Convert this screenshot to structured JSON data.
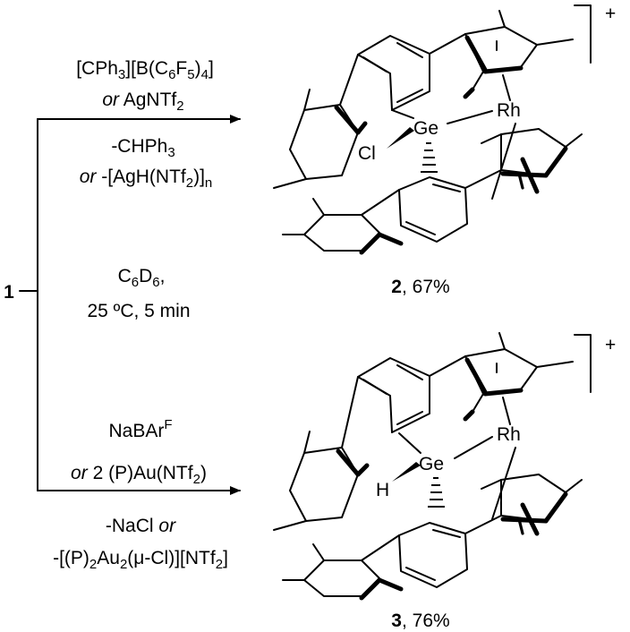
{
  "start_label": "1",
  "top_conditions": {
    "line1_pre": "[CPh",
    "line1_s1": "3",
    "line1_mid": "][B(C",
    "line1_s2": "6",
    "line1_f": "F",
    "line1_s3": "5",
    "line1_end": ")",
    "line1_s4": "4",
    "line1_close": "]",
    "line2_or": "or",
    "line2_text": " AgNTf",
    "line2_sub": "2",
    "line3_text": "-CHPh",
    "line3_sub": "3",
    "line4_or": "or",
    "line4_text": " -[AgH(NTf",
    "line4_sub": "2",
    "line4_close": ")]",
    "line4_n": "n"
  },
  "common_conditions": {
    "solvent_c": "C",
    "solvent_s1": "6",
    "solvent_d": "D",
    "solvent_s2": "6",
    "solvent_comma": ",",
    "temp_time": "25 ºC, 5 min"
  },
  "bottom_conditions": {
    "line1_text": "NaBAr",
    "line1_sup": "F",
    "line2_or": "or",
    "line2_text": " 2 (P)Au(NTf",
    "line2_sub": "2",
    "line2_close": ")",
    "line3_text": "-NaCl ",
    "line3_or": "or",
    "line4_pre": "-[(P)",
    "line4_s1": "2",
    "line4_au": "Au",
    "line4_s2": "2",
    "line4_mu": "(μ-Cl)][NTf",
    "line4_s3": "2",
    "line4_close": "]"
  },
  "product_top": {
    "atom_ge": "Ge",
    "atom_rh": "Rh",
    "atom_x": "Cl",
    "charge": "+",
    "label_num": "2",
    "label_yield": ", 67%"
  },
  "product_bottom": {
    "atom_ge": "Ge",
    "atom_rh": "Rh",
    "atom_x": "H",
    "charge": "+",
    "label_num": "3",
    "label_yield": ", 76%"
  }
}
